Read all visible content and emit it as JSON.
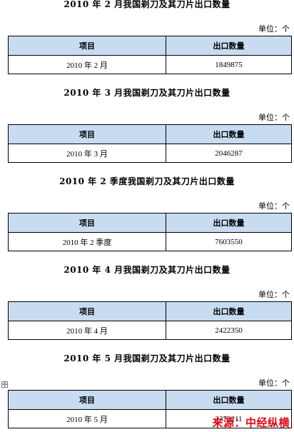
{
  "sections": [
    {
      "title": "2010 年 2 月我国剃刀及其刀片出口数量",
      "unit": "单位：个",
      "col1": "项目",
      "col2": "出口数量",
      "item": "2010 年 2 月",
      "value": "1849875"
    },
    {
      "title": "2010 年 3 月我国剃刀及其刀片出口数量",
      "unit": "单位：个",
      "col1": "项目",
      "col2": "出口数量",
      "item": "2010 年 3 月",
      "value": "2046287"
    },
    {
      "title": "2010 年 2 季度我国剃刀及其刀片出口数量",
      "unit": "单位：个",
      "col1": "项目",
      "col2": "出口数量",
      "item": "2010 年 2 季度",
      "value": "7603550"
    },
    {
      "title": "2010 年 4 月我国剃刀及其刀片出口数量",
      "unit": "单位：个",
      "col1": "项目",
      "col2": "出口数量",
      "item": "2010 年 4 月",
      "value": "2422350"
    },
    {
      "title": "2010 年 5 月我国剃刀及其刀片出口数量",
      "unit": "单位：个",
      "col1": "项目",
      "col2": "出口数量",
      "item": "2010 年 5 月",
      "value": "2372211"
    }
  ],
  "table_move_handle_icon": "move-cross-icon",
  "watermark": "来源：中经纵横",
  "colors": {
    "header_fill": "#c7dbf1",
    "watermark": "#e30613"
  }
}
